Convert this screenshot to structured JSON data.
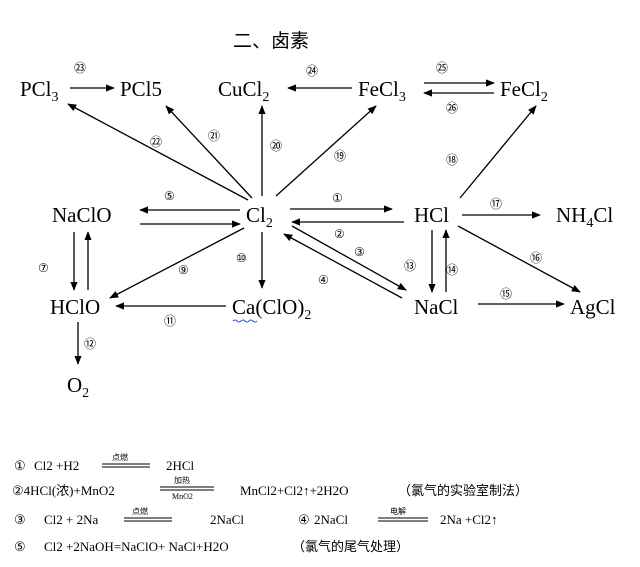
{
  "title": "二、卤素",
  "compounds": {
    "pcl3": "PCl3",
    "pcl5": "PCl5",
    "cucl2": "CuCl2",
    "fecl3": "FeCl3",
    "fecl2": "FeCl2",
    "naclo": "NaClO",
    "cl2": "Cl2",
    "hcl": "HCl",
    "nh4cl": "NH4Cl",
    "hclo": "HClO",
    "caclo2": "Ca(ClO)2",
    "nacl": "NaCl",
    "agcl": "AgCl",
    "o2": "O2"
  },
  "reaction_numbers": [
    "①",
    "②",
    "③",
    "④",
    "⑤",
    "⑦",
    "⑨",
    "⑩",
    "⑪",
    "⑫",
    "⑬",
    "⑭",
    "⑮",
    "⑯",
    "⑰",
    "⑱",
    "⑲",
    "⑳",
    "㉑",
    "㉒",
    "㉓",
    "㉔",
    "㉕",
    "㉖"
  ],
  "equations": {
    "eq1": {
      "num": "①",
      "left": "Cl2 +H2",
      "cond": "点燃",
      "right": "2HCl"
    },
    "eq2": {
      "left": "②4HCl(浓)+MnO2",
      "cond_top": "加热",
      "cond_bottom": "MnO2",
      "right": "MnCl2+Cl2↑+2H2O",
      "note": "（氯气的实验室制法）"
    },
    "eq3": {
      "num": "③",
      "left": "Cl2 + 2Na",
      "cond": "点燃",
      "right": "2NaCl"
    },
    "eq4": {
      "num": "④",
      "left": "2NaCl",
      "cond": "电解",
      "right": "2Na +Cl2↑"
    },
    "eq5": {
      "num": "⑤",
      "text": "Cl2 +2NaOH=NaClO+ NaCl+H2O",
      "note": "（氯气的尾气处理）"
    }
  }
}
